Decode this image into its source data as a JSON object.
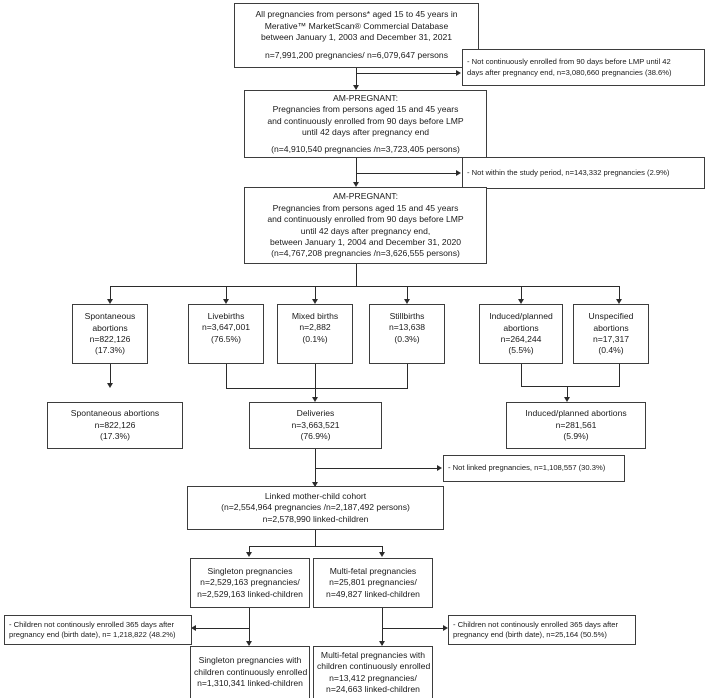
{
  "diagram": {
    "title": "Pregnancy cohort selection flow diagram",
    "type": "flowchart",
    "colors": {
      "box_border": "#3d3d3d",
      "connector": "#2b2b2b",
      "background": "#ffffff"
    }
  },
  "nodes": {
    "source": {
      "l1": "All pregnancies from persons* aged 15 to 45 years in",
      "l2": "Merative™ MarketScan® Commercial Database",
      "l3": "between January 1, 2003 and December 31, 2021",
      "l4": "n=7,991,200 pregnancies/ n=6,079,647 persons"
    },
    "ampregnant1": {
      "l1": "AM-PREGNANT:",
      "l2": "Pregnancies from persons aged 15 and 45 years",
      "l3": "and continuously enrolled from 90 days before LMP",
      "l4": "until 42 days after pregnancy end",
      "l5": "(n=4,910,540 pregnancies /n=3,723,405 persons)"
    },
    "ampregnant2": {
      "l1": "AM-PREGNANT:",
      "l2": "Pregnancies from persons aged 15 and 45 years",
      "l3": "and continuously enrolled from 90 days before LMP",
      "l4": "until 42 days after pregnancy end,",
      "l5": "between January 1, 2004 and December 31, 2020",
      "l6": "(n=4,767,208 pregnancies /n=3,626,555 persons)"
    },
    "spontaneous": {
      "l1": "Spontaneous",
      "l2": "abortions",
      "l3": "n=822,126",
      "l4": "(17.3%)"
    },
    "livebirths": {
      "l1": "Livebirths",
      "l2": "n=3,647,001",
      "l3": "(76.5%)"
    },
    "mixed": {
      "l1": "Mixed births",
      "l2": "n=2,882",
      "l3": "(0.1%)"
    },
    "stillbirths": {
      "l1": "Stillbirths",
      "l2": "n=13,638",
      "l3": "(0.3%)"
    },
    "induced": {
      "l1": "Induced/planned",
      "l2": "abortions",
      "l3": "n=264,244",
      "l4": "(5.5%)"
    },
    "unspecified": {
      "l1": "Unspecified",
      "l2": "abortions",
      "l3": "n=17,317",
      "l4": "(0.4%)"
    },
    "spontaneous_agg": {
      "l1": "Spontaneous abortions",
      "l2": "n=822,126",
      "l3": "(17.3%)"
    },
    "deliveries": {
      "l1": "Deliveries",
      "l2": "n=3,663,521",
      "l3": "(76.9%)"
    },
    "induced_agg": {
      "l1": "Induced/planned abortions",
      "l2": "n=281,561",
      "l3": "(5.9%)"
    },
    "linked_cohort": {
      "l1": "Linked mother-child cohort",
      "l2": "(n=2,554,964 pregnancies /n=2,187,492 persons)",
      "l3": "n=2,578,990 linked-children"
    },
    "singleton": {
      "l1": "Singleton pregnancies",
      "l2": "n=2,529,163 pregnancies/",
      "l3": "n=2,529,163 linked-children"
    },
    "multifetal": {
      "l1": "Multi-fetal pregnancies",
      "l2": "n=25,801 pregnancies/",
      "l3": "n=49,827 linked-children"
    },
    "singleton_final": {
      "l1": "Singleton pregnancies with",
      "l2": "children continuously enrolled",
      "l3": "n=1,310,341 linked-children"
    },
    "multifetal_final": {
      "l1": "Multi-fetal pregnancies with",
      "l2": "children continuously enrolled",
      "l3": "n=13,412 pregnancies/",
      "l4": "n=24,663 linked-children"
    }
  },
  "exclusions": {
    "not_enrolled": {
      "l1": "- Not continuously enrolled from 90 days before LMP until 42",
      "l2": "days after pregnancy end, n=3,080,660 pregnancies (38.6%)"
    },
    "not_in_period": {
      "l1": "- Not within the study period, n=143,332 pregnancies (2.9%)"
    },
    "not_linked": {
      "l1": "- Not linked pregnancies, n=1,108,557 (30.3%)"
    },
    "singleton_excluded": {
      "l1": "- Children not continously enrolled 365 days after",
      "l2": "pregnancy end (birth date), n= 1,218,822 (48.2%)"
    },
    "multifetal_excluded": {
      "l1": "- Children not continously enrolled 365 days after",
      "l2": "pregnancy end (birth date), n=25,164 (50.5%)"
    }
  }
}
